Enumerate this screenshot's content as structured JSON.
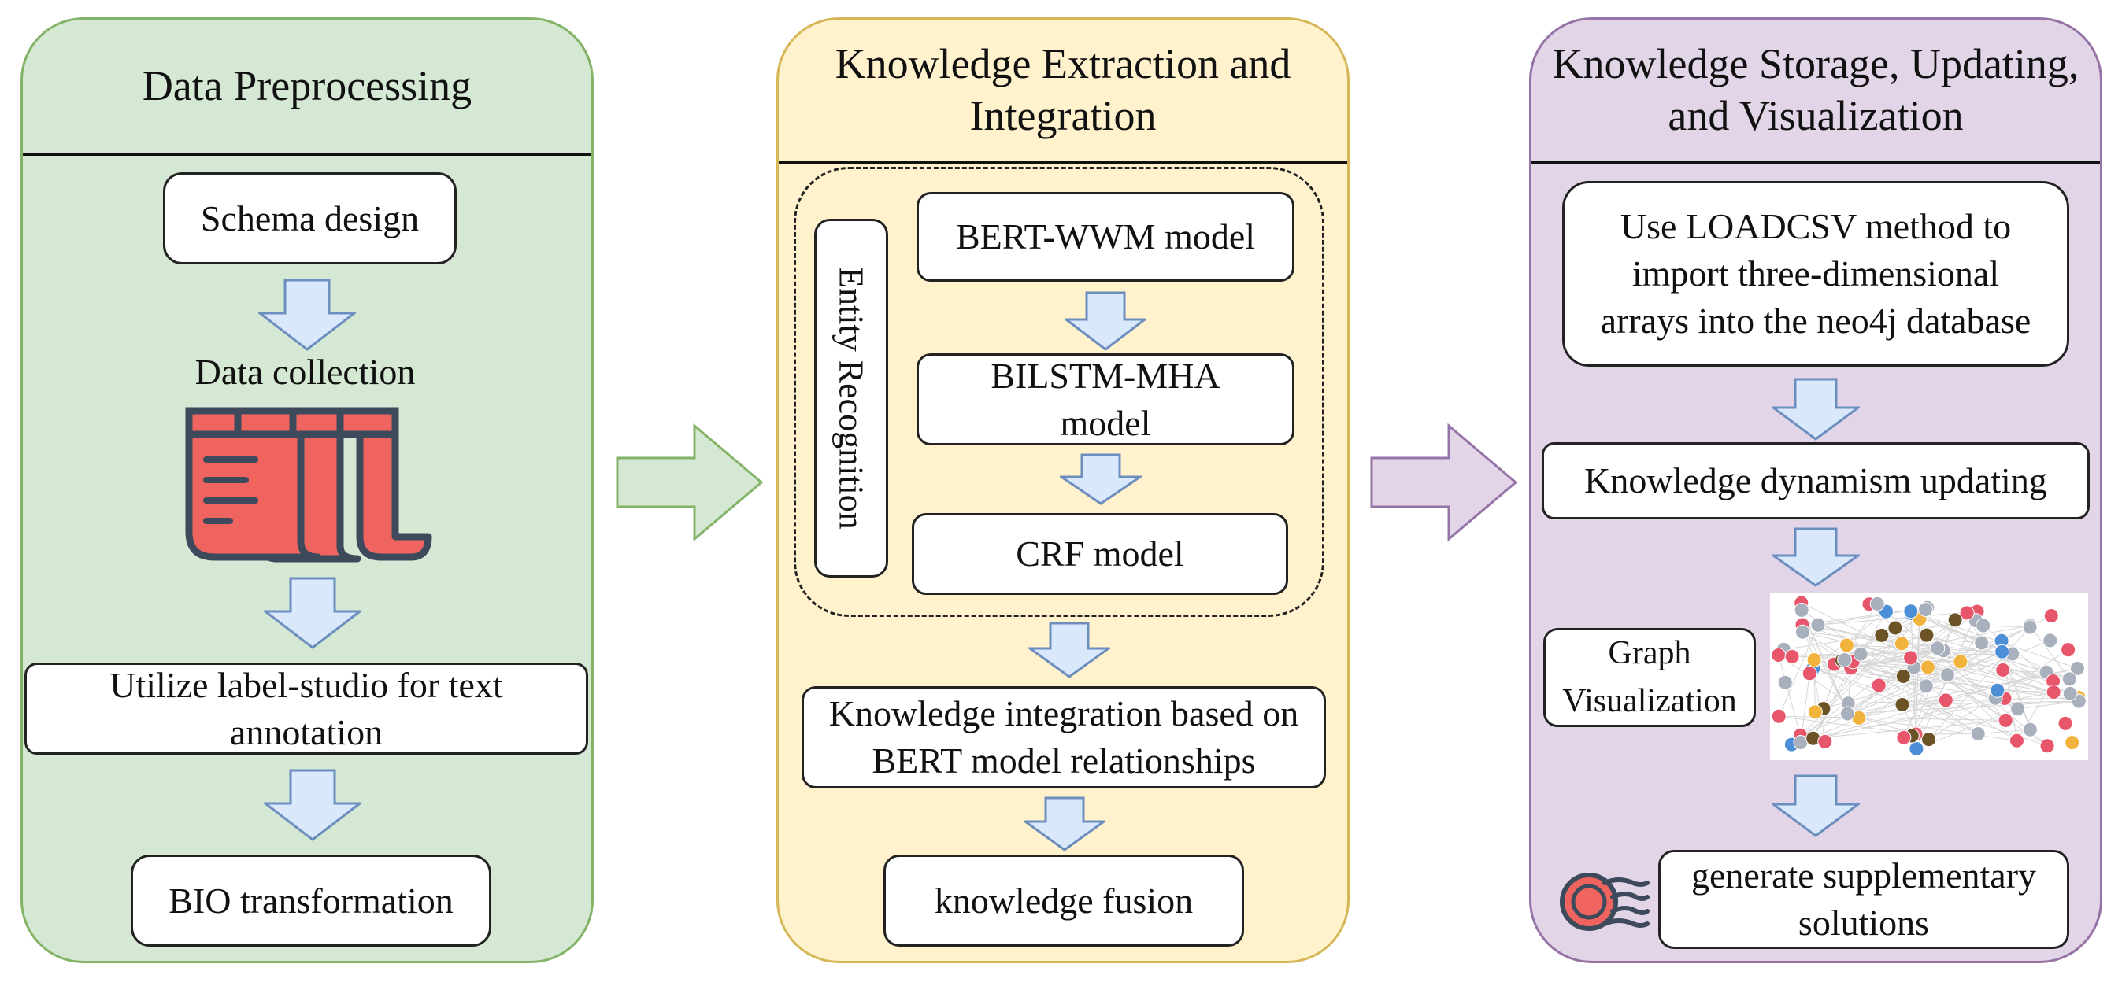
{
  "panels": {
    "preprocessing": {
      "title": "Data Preprocessing",
      "schema_design": "Schema design",
      "data_collection": "Data collection",
      "label_studio": "Utilize label-studio for text annotation",
      "bio": "BIO transformation",
      "fill": "#d5e8d4",
      "border": "#82b366"
    },
    "extraction": {
      "title": "Knowledge Extraction and Integration",
      "entity_recognition": "Entity Recognition",
      "bert_wwm": "BERT-WWM model",
      "bilstm_mha": "BILSTM-MHA model",
      "crf": "CRF model",
      "integration": "Knowledge integration based on BERT model relationships",
      "fusion": "knowledge fusion",
      "fill": "#fff2cc",
      "border": "#d6b656"
    },
    "storage": {
      "title": "Knowledge Storage, Updating, and Visualization",
      "loadcsv": "Use LOADCSV method to import three-dimensional arrays into the neo4j database",
      "dynamism": "Knowledge dynamism updating",
      "graph_vis": "Graph Visualization",
      "supplementary": "generate supplementary solutions",
      "fill": "#e1d5e7",
      "border": "#9673a6"
    }
  },
  "colors": {
    "small_arrow_fill": "#dae8fc",
    "small_arrow_stroke": "#6c8ebf",
    "doc_icon_red": "#f06460",
    "doc_icon_dark": "#3c4a5c"
  },
  "icons": [
    "document-stack-icon",
    "signal-waves-icon"
  ]
}
